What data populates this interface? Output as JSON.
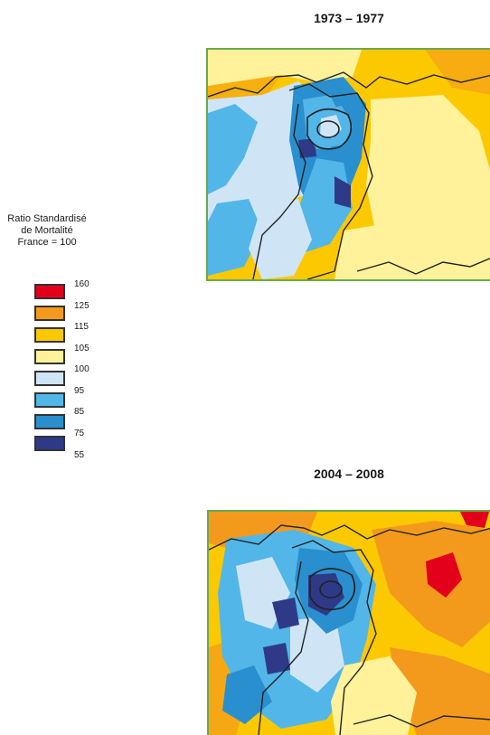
{
  "maps": [
    {
      "title": "1973 – 1977"
    },
    {
      "title": "2004 – 2008"
    }
  ],
  "legend": {
    "title_lines": [
      "Ratio Standardisé",
      "de Mortalité",
      "France = 100"
    ],
    "thresholds": [
      "160",
      "125",
      "115",
      "105",
      "100",
      "95",
      "85",
      "75",
      "55"
    ],
    "colors": [
      "#e3001b",
      "#f39a1c",
      "#fcc900",
      "#fff29a",
      "#cfe5f6",
      "#52b6e8",
      "#2a8fce",
      "#2e3a87"
    ]
  },
  "colors": {
    "map_border": "#6aa84f",
    "boundary": "#222222"
  }
}
